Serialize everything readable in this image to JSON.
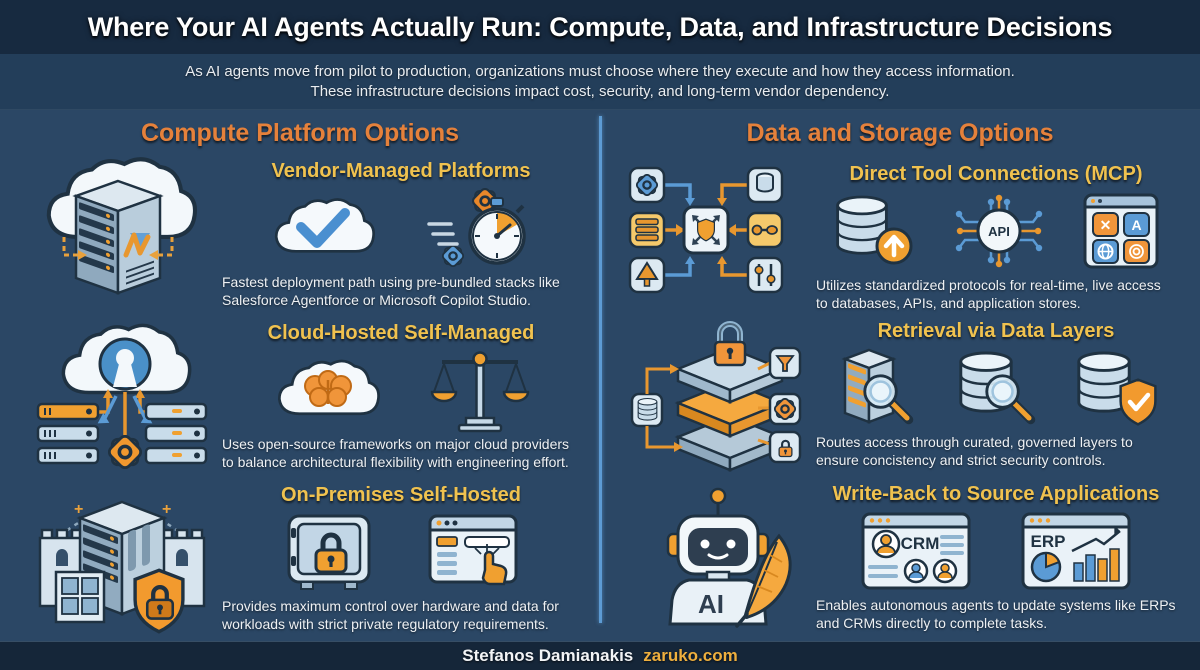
{
  "header": {
    "title": "Where Your AI Agents Actually Run: Compute, Data, and Infrastructure Decisions"
  },
  "subtitle": {
    "line1": "As AI agents move from pilot to production, organizations must choose where they execute and how they access information.",
    "line2": "These infrastructure decisions impact cost, security, and long-term vendor dependency."
  },
  "left_column": {
    "heading": "Compute Platform Options",
    "sections": [
      {
        "title": "Vendor-Managed Platforms",
        "description": "Fastest deployment path using pre-bundled stacks like Salesforce Agentforce or Microsoft Copilot Studio.",
        "icons": [
          "cloud-check",
          "stopwatch-speed"
        ],
        "illustration": "cloud-server"
      },
      {
        "title": "Cloud-Hosted Self-Managed",
        "description": "Uses open-source frameworks on major cloud providers to balance architectural flexibility with engineering effort.",
        "icons": [
          "cloud-brain",
          "balance-scale"
        ],
        "illustration": "cloud-opensource-servers"
      },
      {
        "title": "On-Premises Self-Hosted",
        "description": "Provides maximum control over hardware and data for workloads with strict private regulatory requirements.",
        "icons": [
          "safe-lock",
          "browser-click"
        ],
        "illustration": "fortress-server"
      }
    ]
  },
  "right_column": {
    "heading": "Data and Storage Options",
    "sections": [
      {
        "title": "Direct Tool Connections (MCP)",
        "description": "Utilizes standardized protocols for real-time, live access to databases, APIs, and application stores.",
        "icons": [
          "database-upload",
          "api-chip",
          "app-store"
        ],
        "illustration": "mcp-hub-flow"
      },
      {
        "title": "Retrieval via Data Layers",
        "description": "Routes access through curated, governed layers to ensure concistency and strict security controls.",
        "icons": [
          "server-magnifier",
          "database-magnifier",
          "database-shield"
        ],
        "illustration": "governed-data-layers"
      },
      {
        "title": "Write-Back to Source Applications",
        "description": "Enables autonomous agents to update systems like ERPs and CRMs directly to complete tasks.",
        "icons": [
          "crm-window",
          "erp-window"
        ],
        "illustration": "ai-robot-quill"
      }
    ]
  },
  "icon_labels": {
    "api": "API",
    "ai": "AI",
    "crm": "CRM",
    "erp": "ERP"
  },
  "footer": {
    "author": "Stefanos Damianakis",
    "site": "zaruko.com"
  },
  "colors": {
    "background": "#2b4765",
    "header_bg": "#172a40",
    "subtitle_bg": "#233e5a",
    "footer_bg": "#152639",
    "accent_orange": "#e5813b",
    "accent_gold": "#f0c24f",
    "icon_orange": "#f0982f",
    "icon_blue": "#5b9bd5",
    "divider": "#5d9bd3",
    "text": "#eef1f4"
  }
}
